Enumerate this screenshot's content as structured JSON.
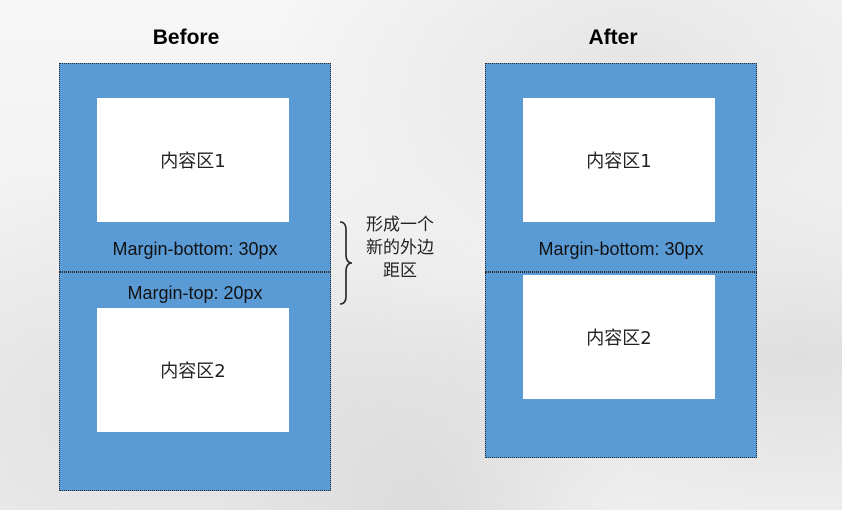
{
  "headings": {
    "before": "Before",
    "after": "After"
  },
  "before": {
    "box1": {
      "content_label": "内容区1",
      "margin_label": "Margin-bottom: 30px"
    },
    "box2": {
      "content_label": "内容区2",
      "margin_label": "Margin-top: 20px"
    }
  },
  "after": {
    "box1": {
      "content_label": "内容区1",
      "margin_label": "Margin-bottom: 30px"
    },
    "box2": {
      "content_label": "内容区2"
    }
  },
  "annotation": {
    "lines": [
      "形成一个",
      "新的外边",
      "距区"
    ]
  },
  "colors": {
    "margin_fill": "#5b9bd5",
    "content_fill": "#ffffff"
  }
}
